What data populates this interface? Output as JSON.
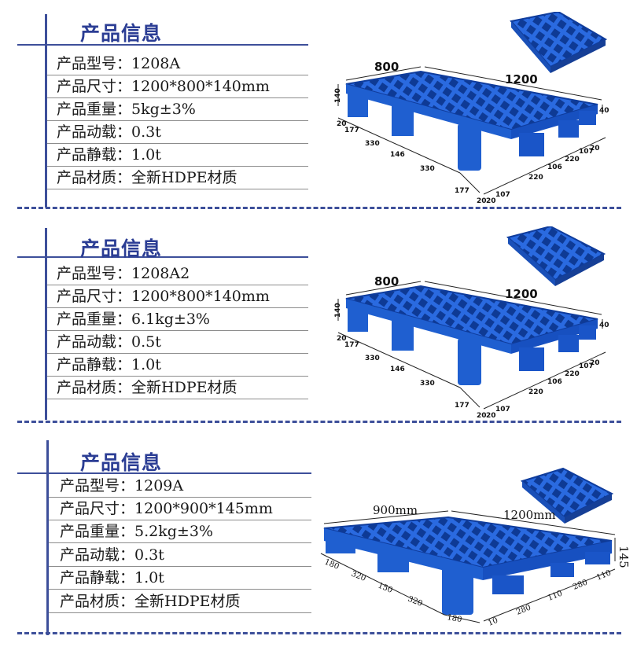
{
  "colors": {
    "accent": "#2b3d94",
    "rule": "#3d4f9a",
    "pallet": "#1f5fd0",
    "pallet_dark": "#0f3c9c"
  },
  "sections": [
    {
      "title": "产品信息",
      "rows": [
        {
          "key": "产品型号：",
          "value": "1208A"
        },
        {
          "key": "产品尺寸：",
          "value": "1200*800*140mm"
        },
        {
          "key": "产品重量：",
          "value": "5kg±3%"
        },
        {
          "key": "产品动载：",
          "value": "0.3t"
        },
        {
          "key": "产品静载：",
          "value": "1.0t"
        },
        {
          "key": "产品材质：",
          "value": "全新HDPE材质"
        }
      ],
      "dims": {
        "w": "800",
        "l": "1200",
        "h": "140",
        "h2": "40",
        "a": "20",
        "b": "177",
        "c": "330",
        "d": "146",
        "e": "330",
        "f": "177",
        "g": "20",
        "g2": "20",
        "i": "107",
        "j": "220",
        "k": "106",
        "m": "220",
        "n": "107",
        "o": "20"
      }
    },
    {
      "title": "产品信息",
      "rows": [
        {
          "key": "产品型号：",
          "value": "1208A2"
        },
        {
          "key": "产品尺寸：",
          "value": "1200*800*140mm"
        },
        {
          "key": "产品重量：",
          "value": "6.1kg±3%"
        },
        {
          "key": "产品动载：",
          "value": "0.5t"
        },
        {
          "key": "产品静载：",
          "value": "1.0t"
        },
        {
          "key": "产品材质：",
          "value": "全新HDPE材质"
        }
      ],
      "dims": {
        "w": "800",
        "l": "1200",
        "h": "140",
        "h2": "40",
        "a": "20",
        "b": "177",
        "c": "330",
        "d": "146",
        "e": "330",
        "f": "177",
        "g": "20",
        "g2": "20",
        "i": "107",
        "j": "220",
        "k": "106",
        "m": "220",
        "n": "107",
        "o": "20"
      }
    },
    {
      "title": "产品信息",
      "rows": [
        {
          "key": "产品型号：",
          "value": "1209A"
        },
        {
          "key": "产品尺寸：",
          "value": "1200*900*145mm"
        },
        {
          "key": "产品重量：",
          "value": "5.2kg±3%"
        },
        {
          "key": "产品动载：",
          "value": "0.3t"
        },
        {
          "key": "产品静载：",
          "value": "1.0t"
        },
        {
          "key": "产品材质：",
          "value": "全新HDPE材质"
        }
      ],
      "dims": {
        "w": "900mm",
        "l": "1200mm",
        "h": "145",
        "a": "180",
        "b": "320",
        "c": "150",
        "d": "320",
        "e": "180",
        "f": "10",
        "g": "280",
        "i": "110",
        "j": "280",
        "k": "110"
      }
    }
  ]
}
